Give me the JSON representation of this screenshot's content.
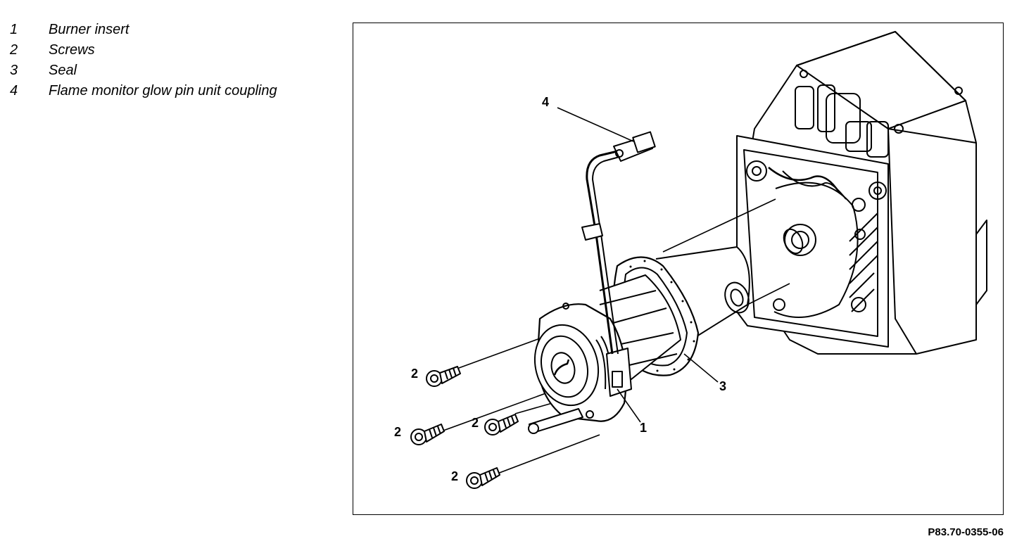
{
  "legend": [
    {
      "num": "1",
      "label": "Burner insert"
    },
    {
      "num": "2",
      "label": "Screws"
    },
    {
      "num": "3",
      "label": "Seal"
    },
    {
      "num": "4",
      "label": "Flame monitor glow pin unit coupling"
    }
  ],
  "callouts": {
    "burner_insert": "1",
    "screw_a": "2",
    "screw_b": "2",
    "screw_c": "2",
    "screw_d": "2",
    "seal": "3",
    "coupling": "4"
  },
  "figure_ref": "P83.70-0355-06"
}
